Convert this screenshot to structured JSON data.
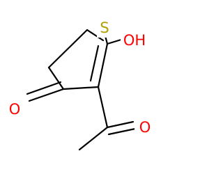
{
  "colors": {
    "background": "#ffffff",
    "bond": "#000000",
    "sulfur": "#b3a000",
    "oxygen": "#ff0000"
  },
  "atoms": {
    "sulfur": "S",
    "hydroxyl": "OH",
    "ring_ketone_oxygen": "O",
    "acetyl_oxygen": "O"
  }
}
